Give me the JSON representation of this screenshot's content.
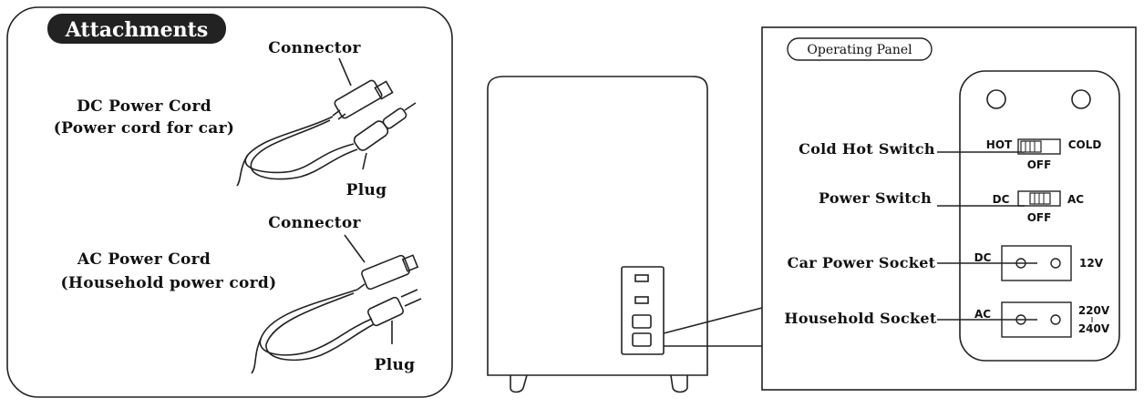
{
  "attachments": {
    "title": "Attachments",
    "dc_cord": {
      "connector": "Connector",
      "name_line1": "DC Power Cord",
      "name_line2": "(Power cord for car)",
      "plug": "Plug"
    },
    "ac_cord": {
      "connector": "Connector",
      "name_line1": "AC Power Cord",
      "name_line2": "(Household power cord)",
      "plug": "Plug"
    }
  },
  "operating_panel": {
    "title": "Operating Panel",
    "cold_hot_switch": {
      "label": "Cold Hot Switch",
      "left": "HOT",
      "right": "COLD",
      "bottom": "OFF"
    },
    "power_switch": {
      "label": "Power Switch",
      "left": "DC",
      "right": "AC",
      "bottom": "OFF"
    },
    "car_power_socket": {
      "label": "Car Power Socket",
      "left": "DC",
      "right": "12V"
    },
    "household_socket": {
      "label": "Household Socket",
      "left": "AC",
      "right_line1": "220V",
      "right_line2": "240V"
    }
  }
}
